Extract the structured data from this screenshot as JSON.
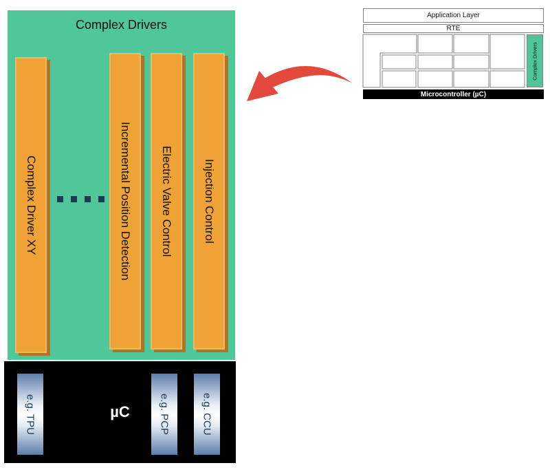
{
  "main_panel": {
    "title": "Complex Drivers",
    "bars": [
      {
        "label": "Complex Driver XY"
      },
      {
        "label": "Incremental Position Detection"
      },
      {
        "label": "Electric Valve Control"
      },
      {
        "label": "Injection Control"
      }
    ],
    "ellipsis_dot_count": 4,
    "colors": {
      "panel_green": "#50c79a",
      "bar_orange": "#efa236",
      "bar_border": "#f3ba5d",
      "bar_shadow": "#a9762b",
      "dot_navy": "#1c3a55"
    }
  },
  "mcu_panel": {
    "label": "µC",
    "modules": [
      {
        "label": "e.g. TPU"
      },
      {
        "label": "e.g. PCP"
      },
      {
        "label": "e.g. CCU"
      }
    ],
    "colors": {
      "background": "#000000",
      "module_blue": "#5e7dab",
      "module_text": "#17395c"
    }
  },
  "inset": {
    "application_layer_label": "Application Layer",
    "rte_label": "RTE",
    "complex_drivers_label": "Complex Drivers",
    "microcontroller_label": "Microcontroller (µC)",
    "colors": {
      "green": "#4ec59a",
      "border": "#808080"
    }
  },
  "arrow": {
    "color": "#e2493b"
  }
}
